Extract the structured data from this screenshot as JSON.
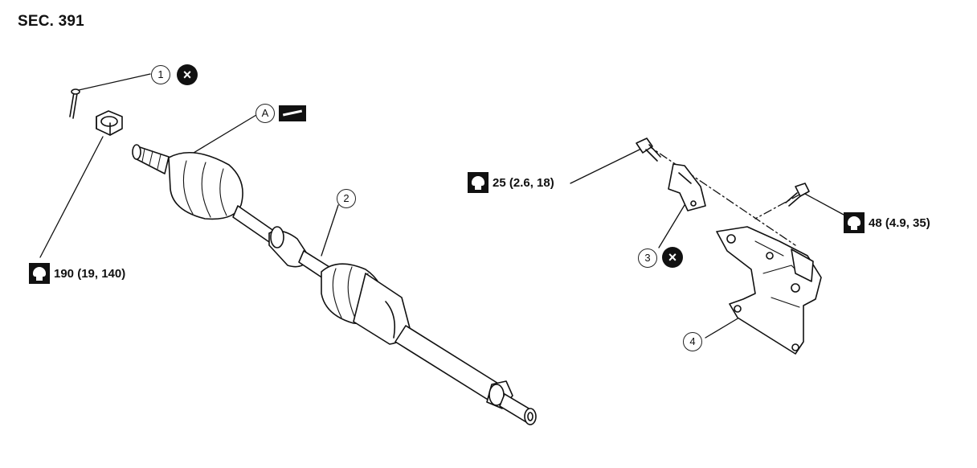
{
  "section_label": "SEC. 391",
  "callouts": {
    "c1": "1",
    "c2": "2",
    "c3": "3",
    "c4": "4",
    "cA": "A"
  },
  "symbols": {
    "x_mark_1": "×",
    "x_mark_3": "×"
  },
  "torques": {
    "hub_nut": "190 (19, 140)",
    "bracket_bolt": "25 (2.6, 18)",
    "support_bolt": "48 (4.9, 35)"
  },
  "icons": {
    "non_reusable": "x-circle-icon",
    "tightening_torque": "torque-wrench-icon",
    "grease": "grease-icon"
  }
}
